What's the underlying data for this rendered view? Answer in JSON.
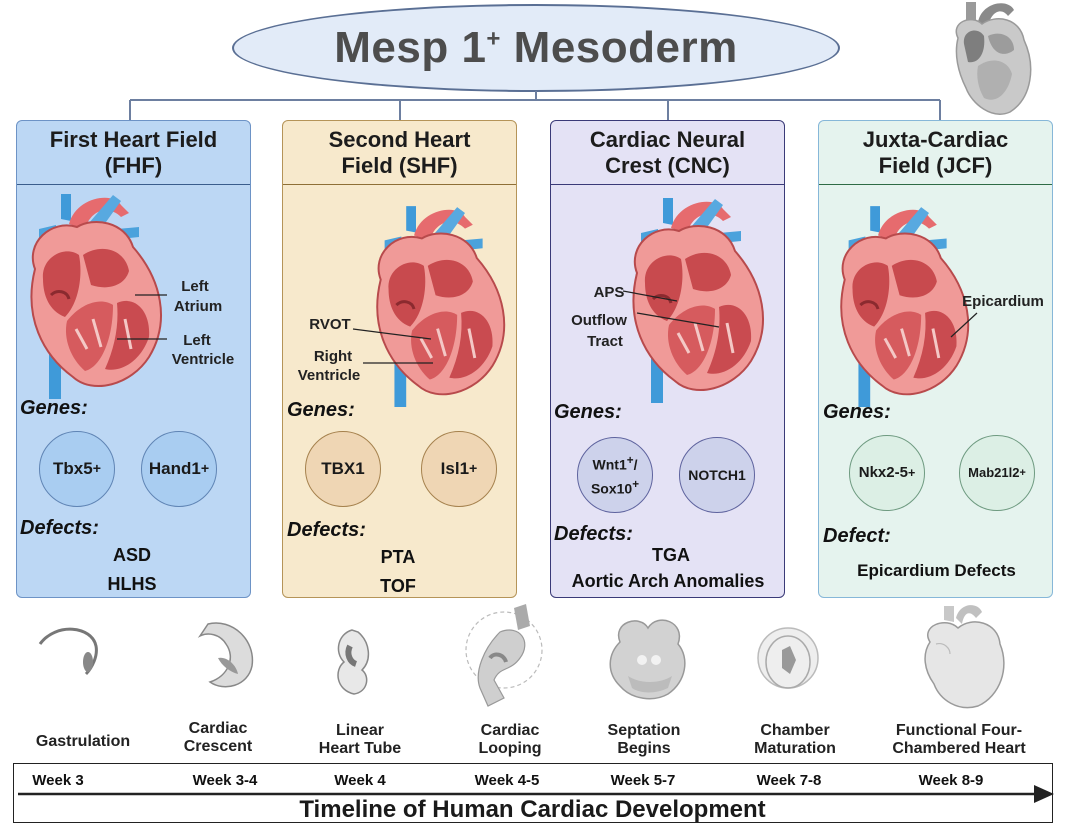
{
  "title": {
    "main": "Mesp 1",
    "sup": "+",
    "rest": " Mesoderm"
  },
  "colors": {
    "fhf": "#bcd7f4",
    "shf": "#f7e9cc",
    "cnc": "#e4e2f5",
    "jcf": "#e5f3ee"
  },
  "icons": [
    "heart-anatomy-icon",
    "gray-heart-icon",
    "embryo-stage-icon"
  ],
  "panels": [
    {
      "title_line1": "First Heart Field",
      "title_line2": "(FHF)",
      "labels": [
        "Left",
        "Atrium",
        "Left",
        "Ventricle"
      ],
      "genes_label": "Genes:",
      "genes": [
        {
          "name": "Tbx5",
          "sup": "+"
        },
        {
          "name": "Hand1",
          "sup": "+"
        }
      ],
      "defects_label": "Defects:",
      "defects": [
        "ASD",
        "HLHS"
      ]
    },
    {
      "title_line1": "Second Heart",
      "title_line2": "Field (SHF)",
      "labels": [
        "RVOT",
        "Right",
        "Ventricle"
      ],
      "genes_label": "Genes:",
      "genes": [
        {
          "name": "TBX1",
          "sup": ""
        },
        {
          "name": "Isl1",
          "sup": "+"
        }
      ],
      "defects_label": "Defects:",
      "defects": [
        "PTA",
        "TOF"
      ]
    },
    {
      "title_line1": "Cardiac Neural",
      "title_line2": "Crest (CNC)",
      "labels": [
        "APS",
        "Outflow",
        "Tract"
      ],
      "genes_label": "Genes:",
      "genes": [
        {
          "line1": "Wnt1",
          "sup1": "+",
          "slash": "/",
          "line2": "Sox10",
          "sup2": "+"
        },
        {
          "name": "NOTCH1",
          "sup": ""
        }
      ],
      "defects_label": "Defects:",
      "defects": [
        "TGA",
        "Aortic Arch Anomalies"
      ]
    },
    {
      "title_line1": "Juxta-Cardiac",
      "title_line2": "Field (JCF)",
      "labels": [
        "Epicardium"
      ],
      "genes_label": "Genes:",
      "genes": [
        {
          "name": "Nkx2-5",
          "sup": "+"
        },
        {
          "name": "Mab21l2",
          "sup": "+"
        }
      ],
      "defects_label": "Defect:",
      "defects": [
        "Epicardium Defects"
      ]
    }
  ],
  "stages": [
    {
      "line1": "Gastrulation",
      "line2": ""
    },
    {
      "line1": "Cardiac",
      "line2": "Crescent"
    },
    {
      "line1": "Linear",
      "line2": "Heart Tube"
    },
    {
      "line1": "Cardiac",
      "line2": "Looping"
    },
    {
      "line1": "Septation",
      "line2": "Begins"
    },
    {
      "line1": "Chamber",
      "line2": "Maturation"
    },
    {
      "line1": "Functional Four-",
      "line2": "Chambered Heart"
    }
  ],
  "weeks": [
    "Week 3",
    "Week 3-4",
    "Week 4",
    "Week 4-5",
    "Week 5-7",
    "Week 7-8",
    "Week 8-9"
  ],
  "timeline_title": "Timeline of Human Cardiac Development"
}
